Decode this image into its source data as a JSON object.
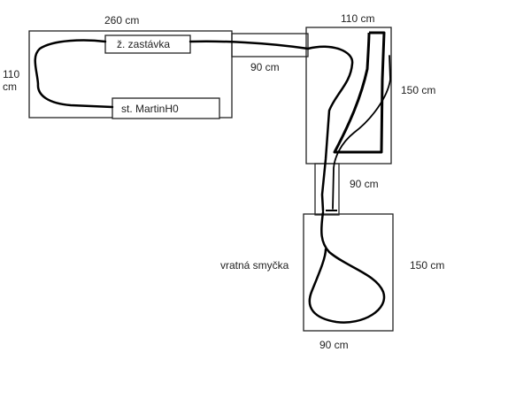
{
  "boards": {
    "main": {
      "width_label": "260 cm",
      "height_label_line1": "110",
      "height_label_line2": "cm"
    },
    "connector_top": {
      "label": "90 cm"
    },
    "corner": {
      "width_label": "110 cm",
      "height_label": "150 cm"
    },
    "connector_vertical": {
      "label": "90 cm"
    },
    "loop": {
      "name": "vratná smyčka",
      "width_label": "90 cm",
      "height_label": "150 cm"
    }
  },
  "stations": [
    {
      "label": "ž. zastávka"
    },
    {
      "label": "st. MartinH0"
    }
  ],
  "colors": {
    "line": "#000000",
    "board": "#222222",
    "background": "#ffffff"
  }
}
